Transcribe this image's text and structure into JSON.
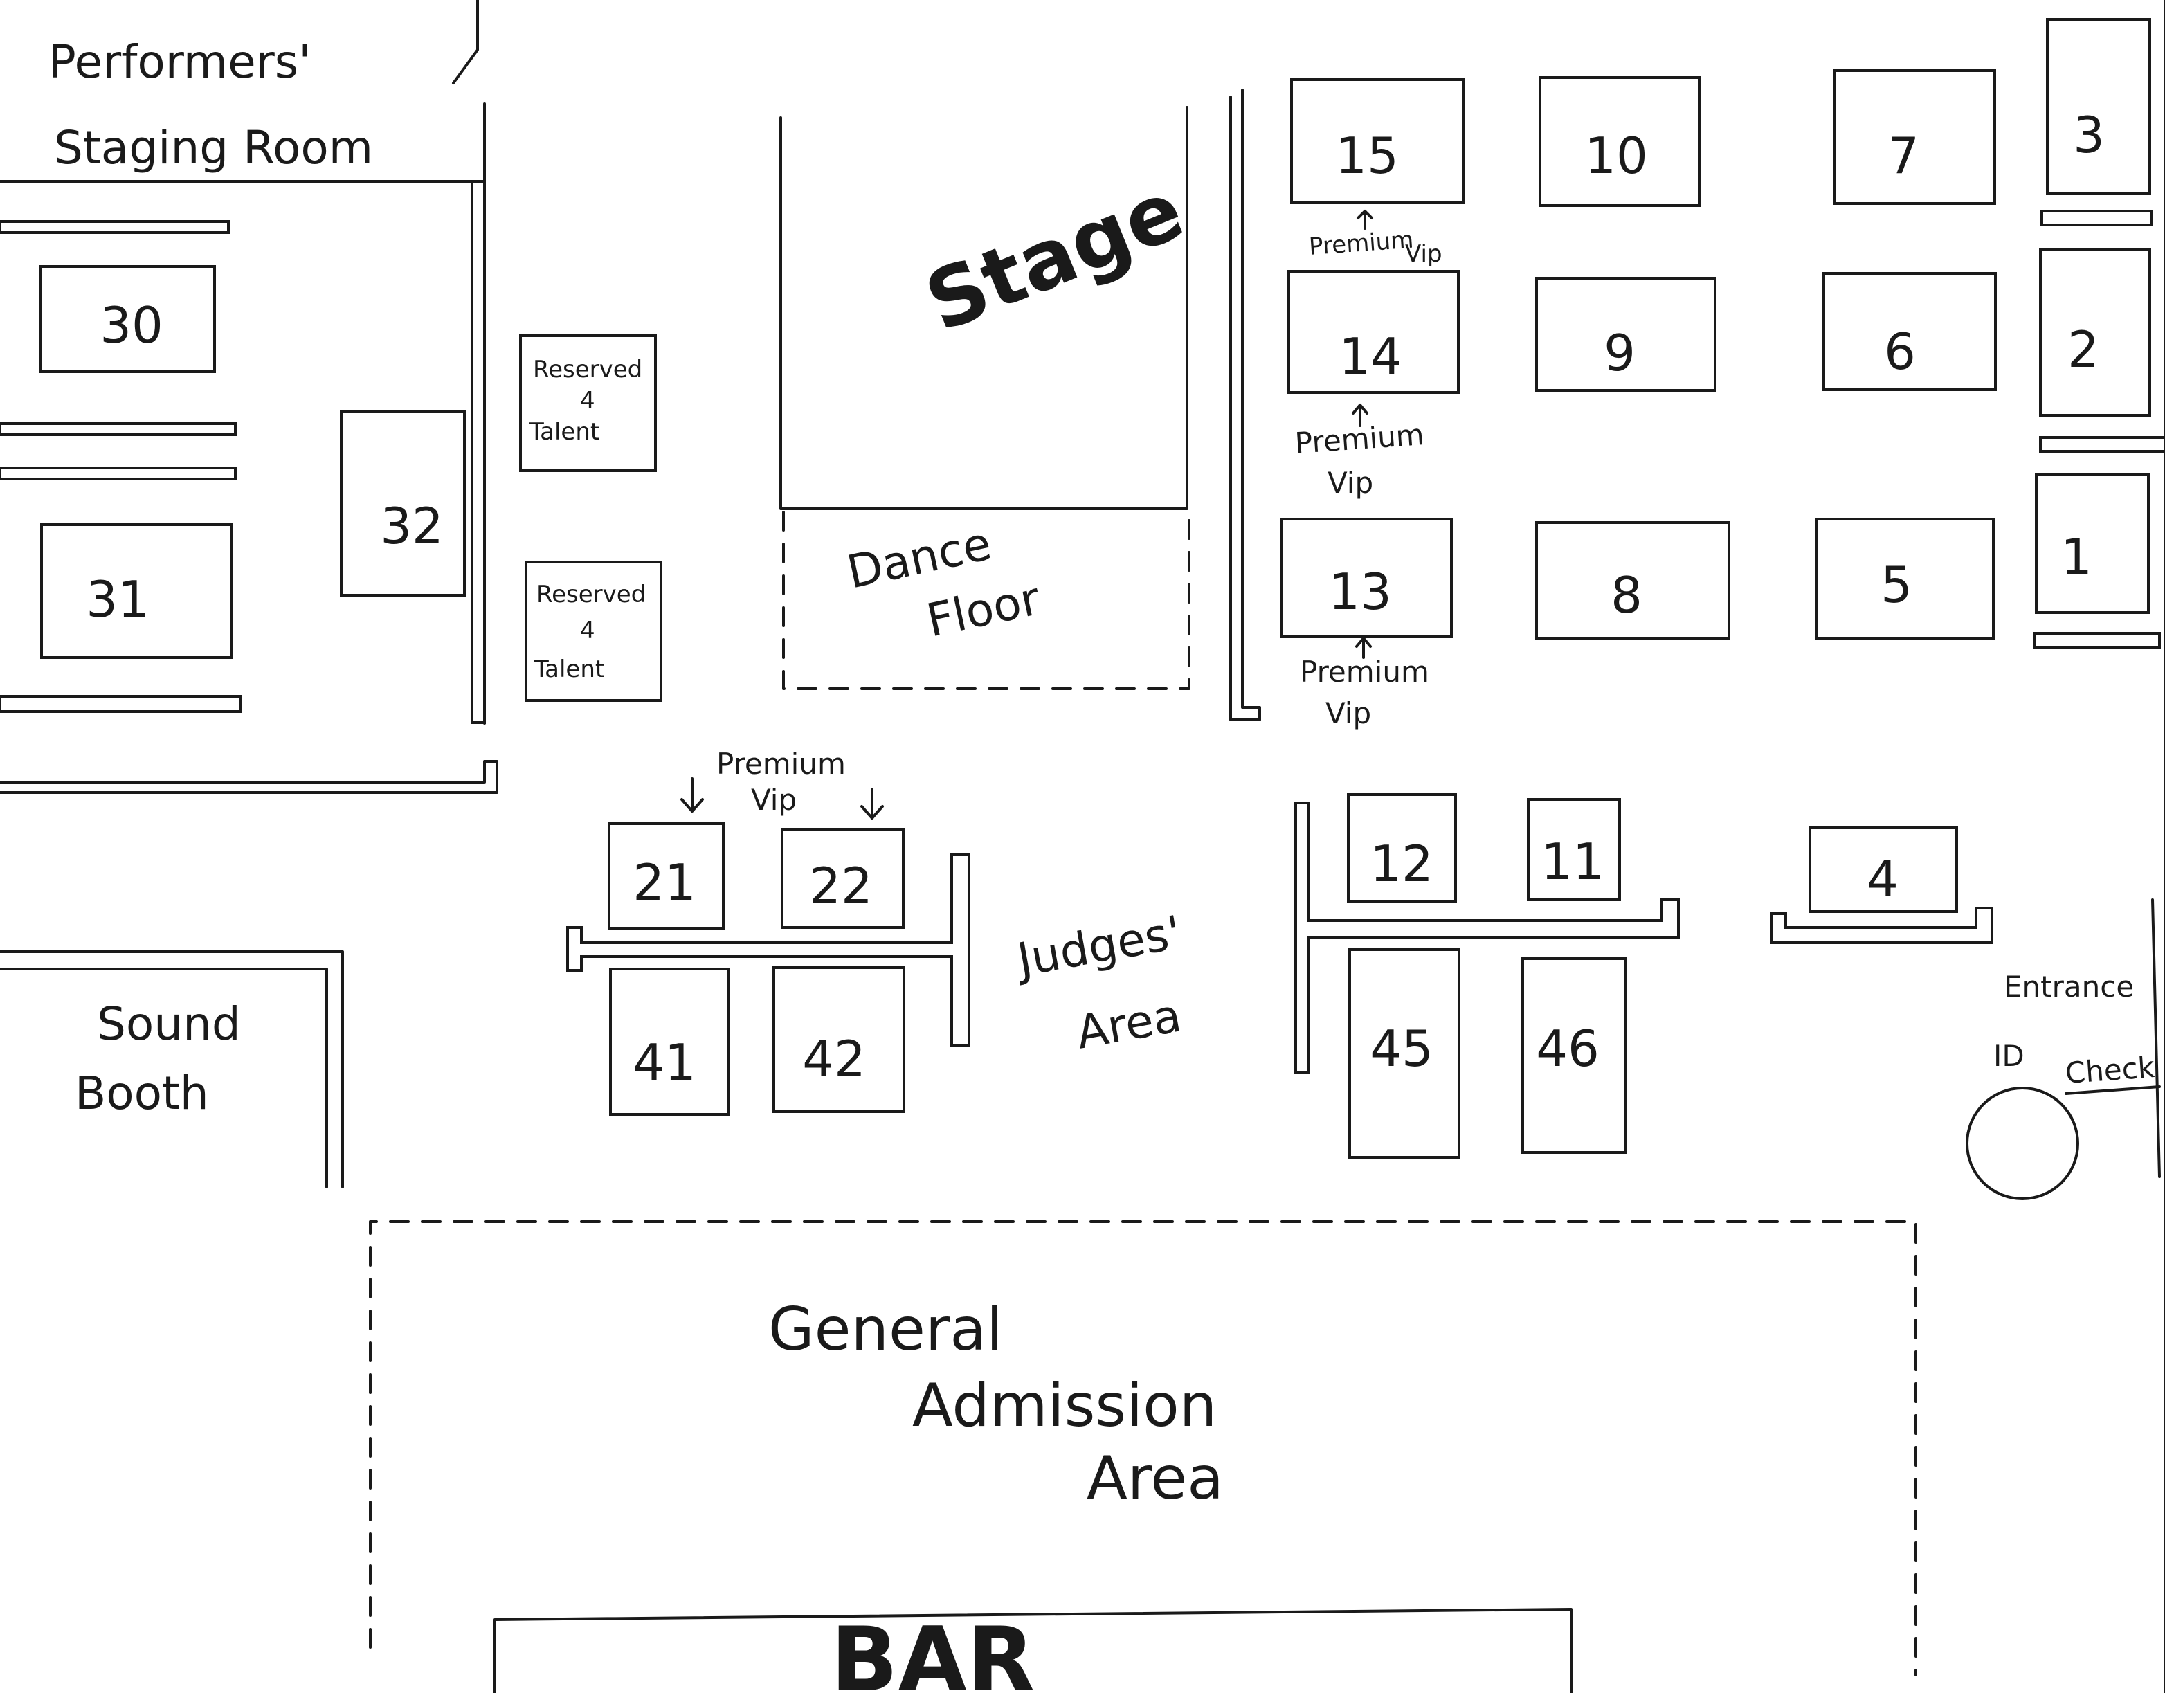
{
  "rooms": {
    "performers_staging": [
      "Performers'",
      "Staging Room"
    ],
    "sound_booth": [
      "Sound",
      "Booth"
    ],
    "stage": "Stage",
    "dance_floor": [
      "Dance",
      "Floor"
    ],
    "judges_area": [
      "Judges'",
      "Area"
    ],
    "general_admission": [
      "General",
      "Admission",
      "Area"
    ],
    "bar": "BAR",
    "entrance": "Entrance",
    "id_check": [
      "ID",
      "Check"
    ]
  },
  "reserved_tables": [
    [
      "Reserved",
      "4",
      "Talent"
    ],
    [
      "Reserved",
      "4",
      "Talent"
    ]
  ],
  "tables": {
    "t1": "1",
    "t2": "2",
    "t3": "3",
    "t4": "4",
    "t5": "5",
    "t6": "6",
    "t7": "7",
    "t8": "8",
    "t9": "9",
    "t10": "10",
    "t11": "11",
    "t12": "12",
    "t13": "13",
    "t14": "14",
    "t15": "15",
    "t21": "21",
    "t22": "22",
    "t30": "30",
    "t31": "31",
    "t32": "32",
    "t41": "41",
    "t42": "42",
    "t45": "45",
    "t46": "46"
  },
  "premium_vip": {
    "above_14": [
      "Premium",
      "Vip"
    ],
    "below_14": [
      "Premium",
      "Vip"
    ],
    "below_13": [
      "Premium",
      "Vip"
    ],
    "above_21_22": [
      "Premium",
      "Vip"
    ]
  }
}
